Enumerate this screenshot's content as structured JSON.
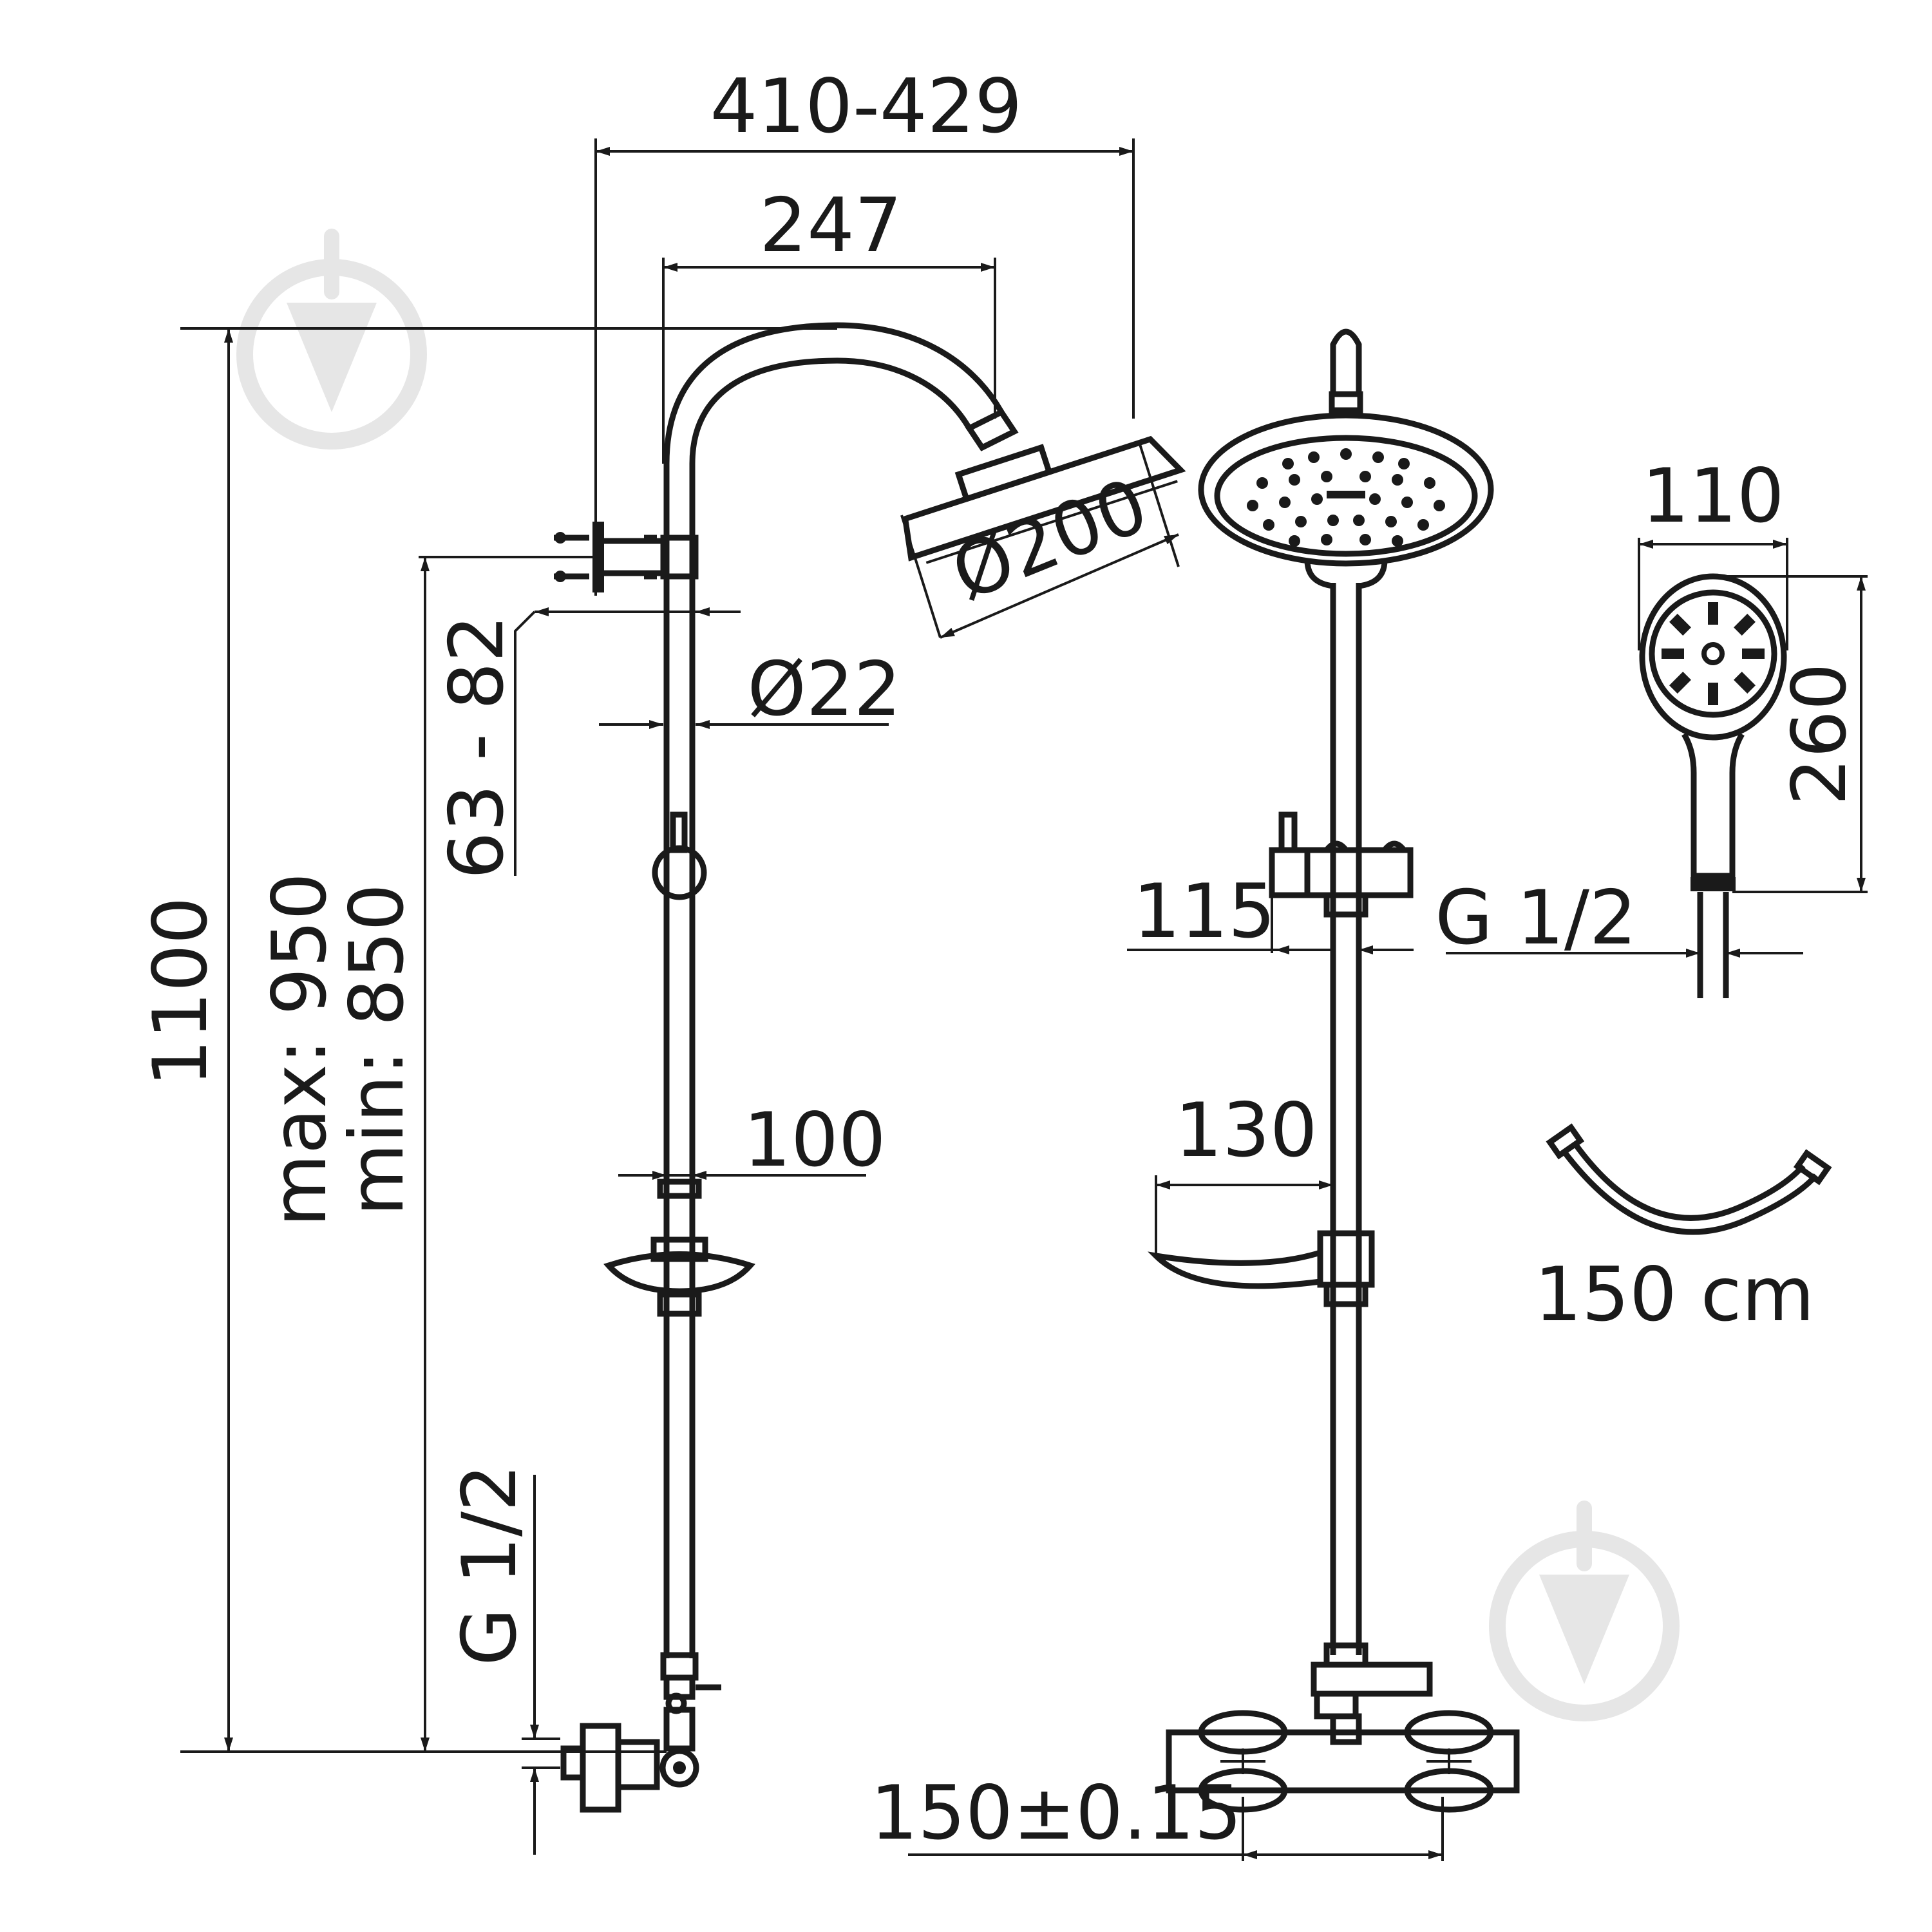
{
  "dimensions": {
    "arm_projection": "410-429",
    "arm_reach": "247",
    "overhead_diameter": "Ø200",
    "total_height": "1100",
    "height_range_max": "max: 950",
    "height_range_min": "min: 850",
    "wall_offset": "63 - 82",
    "pipe_diameter": "Ø22",
    "bottom_thread": "G 1/2",
    "soap_dish_offset": "100",
    "holder_offset": "115",
    "soap_dish_depth": "130",
    "connector_spacing": "150±0.15",
    "handshower_width": "110",
    "handshower_length": "260",
    "handshower_thread": "G 1/2",
    "hose_length": "150 cm"
  },
  "icons": [
    "watermark-logo-icon",
    "hose-icon"
  ]
}
